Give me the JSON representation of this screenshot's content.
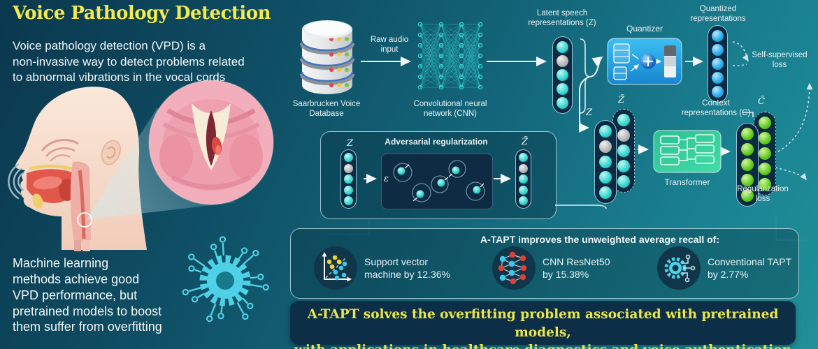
{
  "colors": {
    "background_top": "#0a384e",
    "background_bottom": "#209097",
    "title_yellow": "#f2ea4e",
    "text_white": "#eef5f7",
    "cell_cyan": "#3ad9d3",
    "cell_blue": "#2cb0ee",
    "cell_green": "#66cf27",
    "cell_gray": "#b9b9b9",
    "quantizer_blue": "#2bb4ec",
    "transformer_green": "#38cf9c",
    "box_navy": "#0c2b42",
    "banner_navy": "#0c2f47",
    "accent_cyan": "#4ed0e6"
  },
  "left_panel": {
    "title": "Voice Pathology Detection",
    "intro": "Voice pathology detection (VPD) is a\nnon-invasive way to detect problems related\nto abnormal vibrations in the vocal cords",
    "ml_note": "Machine learning\nmethods achieve good\nVPD performance, but\npretrained models to boost\nthem suffer from overfitting"
  },
  "pipeline": {
    "database_label": "Saarbrucken Voice\nDatabase",
    "raw_audio_label": "Raw audio\ninput",
    "cnn_label": "Convolutional neural\nnetwork (CNN)",
    "latent_label": "Latent speech\nrepresentations (Z)",
    "quantizer_label": "Quantizer",
    "quantized_label": "Quantized\nrepresentations",
    "self_supervised_loss_label": "Self-supervised\nloss",
    "context_label": "Context\nrepresentations (C)",
    "transformer_label": "Transformer",
    "regularization_loss_label": "Regularization\nloss",
    "adversarial_title": "Adversarial regularization",
    "math": {
      "z": "Z",
      "z_tilde": "Z̃",
      "c_tilde": "C̃",
      "epsilon": "ε"
    },
    "columns": {
      "latent": [
        "cyan",
        "gray",
        "cyan",
        "cyan",
        "cyan"
      ],
      "quantized": [
        "blue",
        "blue",
        "blue",
        "blue",
        "blue"
      ],
      "z_front": [
        "cyan",
        "gray",
        "cyan",
        "cyan",
        "cyan"
      ],
      "z_tilde_back": [
        "cyan",
        "gray",
        "cyan",
        "cyan",
        "cyan"
      ],
      "context_front": [
        "green",
        "green",
        "green",
        "green",
        "green"
      ],
      "c_tilde_back": [
        "green",
        "green",
        "green",
        "green",
        "green"
      ],
      "adv_z": [
        "cyan",
        "gray",
        "cyan",
        "cyan",
        "cyan"
      ],
      "adv_z_tilde": [
        "cyan",
        "gray",
        "cyan",
        "cyan",
        "cyan"
      ]
    }
  },
  "recall_panel": {
    "title": "A-TAPT improves the unweighted average recall of:",
    "items": [
      {
        "icon": "scatter-plot-icon",
        "label": "Support vector\nmachine by 12.36%"
      },
      {
        "icon": "neural-network-icon",
        "label": "CNN ResNet50\nby 15.38%"
      },
      {
        "icon": "gear-circuit-icon",
        "label": "Conventional TAPT\nby 2.77%"
      }
    ]
  },
  "banner": {
    "line1": "A-TAPT solves the overfitting problem associated with pretrained models,",
    "line2": "with applications in healthcare diagnostics and voice authentication"
  }
}
